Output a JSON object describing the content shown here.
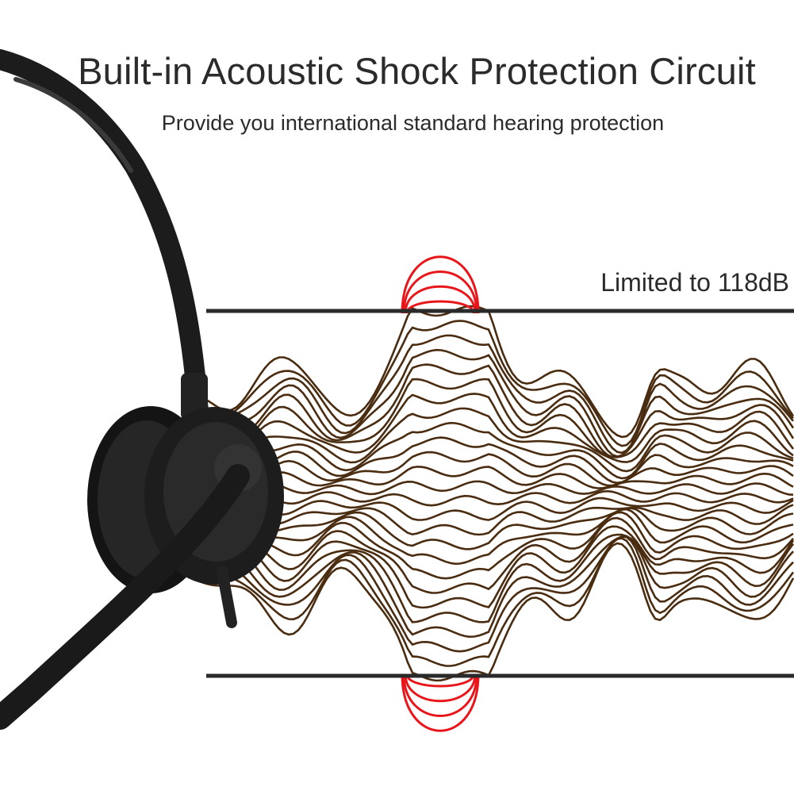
{
  "heading": {
    "title": "Built-in Acoustic Shock Protection Circuit",
    "subtitle": "Provide you international standard hearing protection"
  },
  "limit": {
    "label": "Limited to 118dB"
  },
  "colors": {
    "wave": "#4a2c10",
    "clipped_wave": "#e8161b",
    "limit_line": "#2a2a2a",
    "text": "#2b2b2b",
    "headset": "#1c1c1c"
  },
  "icons": {
    "product": "headset-icon"
  }
}
